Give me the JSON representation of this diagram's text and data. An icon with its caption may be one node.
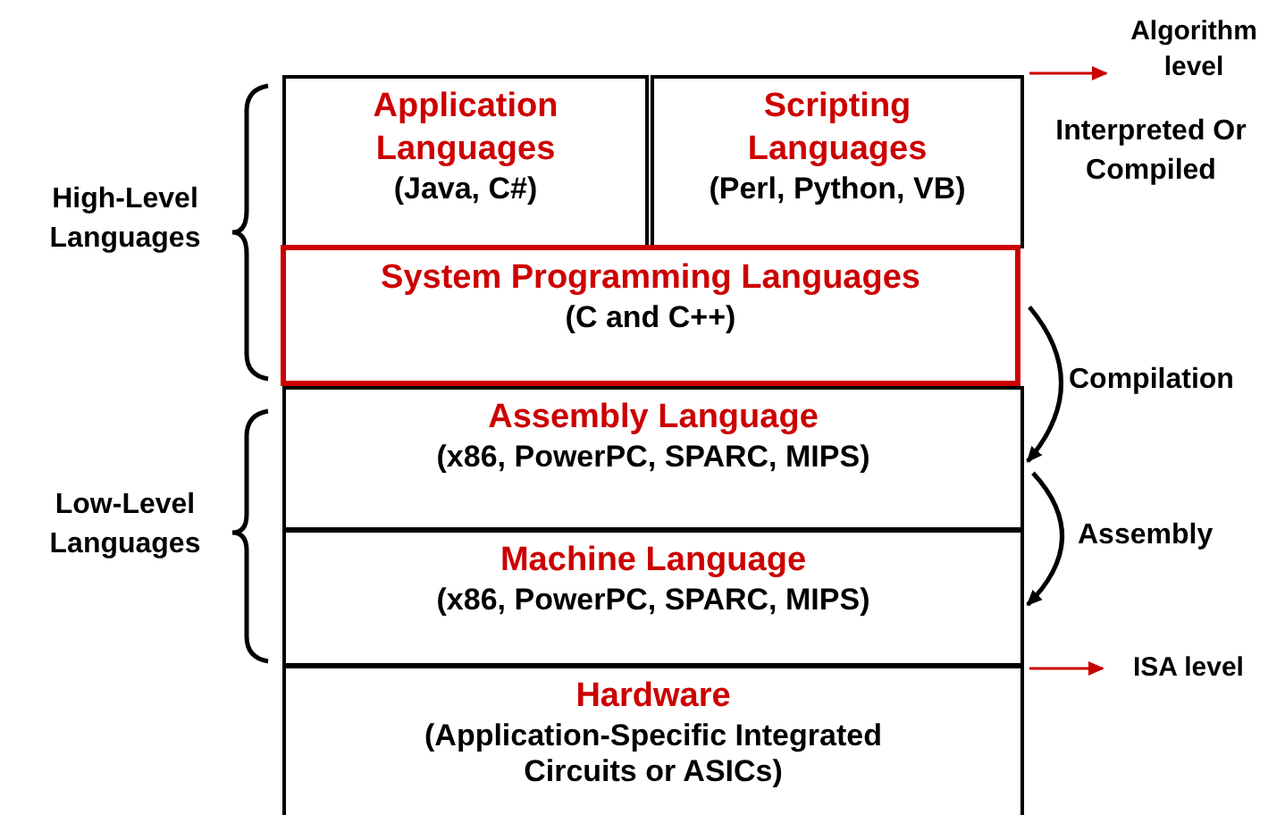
{
  "diagram": {
    "nodes": [
      {
        "text": [
          "Application Languages",
          "(Java, C#)"
        ]
      },
      {
        "text": [
          "Scripting Languages",
          "(Perl, Python, VB)"
        ]
      },
      {
        "text": [
          "System Programming Languages",
          "(C and C++)"
        ]
      },
      {
        "text": [
          "Assembly Language",
          "(x86, PowerPC, SPARC, MIPS)"
        ]
      },
      {
        "text": [
          "Machine Language",
          "(x86, PowerPC, SPARC, MIPS)"
        ]
      },
      {
        "text": [
          "Hardware",
          "(Application-Specific Integrated Circuits or ASICs)"
        ]
      },
      {
        "text": [
          "Algorithm level"
        ]
      },
      {
        "text": [
          "ISA level"
        ]
      }
    ],
    "edges": [
      {
        "from": 1,
        "to": 6,
        "arrow": "to",
        "color": "#cc0000"
      },
      {
        "from": 2,
        "to": 3,
        "arrow": "to",
        "label": "Compilation",
        "color": "#000000"
      },
      {
        "from": 3,
        "to": 4,
        "arrow": "to",
        "label": "Assembly",
        "color": "#000000"
      },
      {
        "from": 5,
        "to": 7,
        "arrow": "to",
        "color": "#cc0000"
      }
    ],
    "labels": [
      "Interpreted Or Compiled",
      "High-Level Languages",
      "Low-Level Languages"
    ]
  }
}
